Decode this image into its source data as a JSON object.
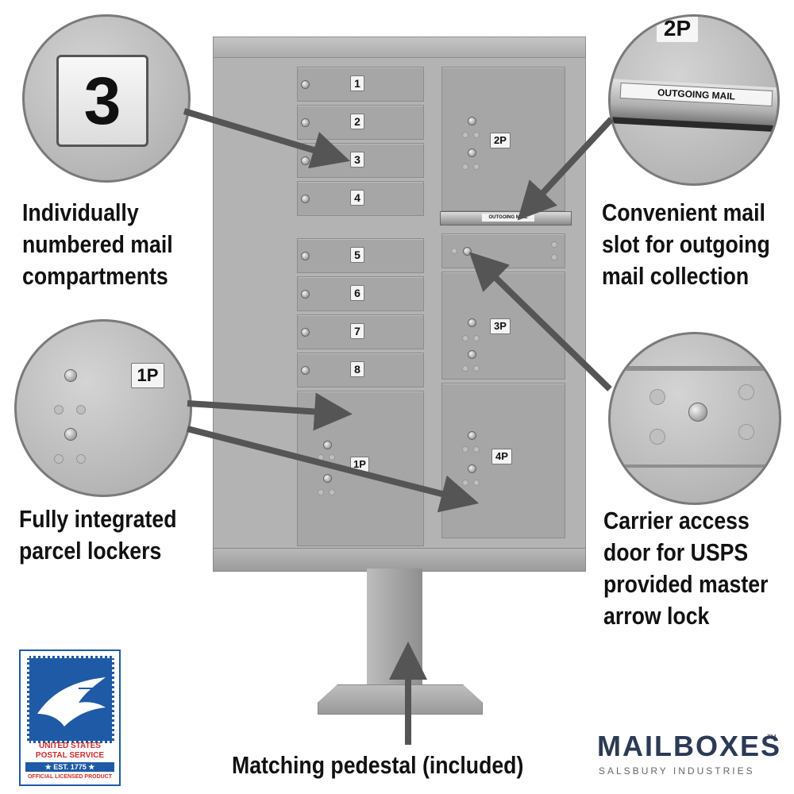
{
  "captions": {
    "numbered_line1": "Individually",
    "numbered_line2": "numbered mail",
    "numbered_line3": "compartments",
    "outgoing_line1": "Convenient mail",
    "outgoing_line2": "slot for outgoing",
    "outgoing_line3": "mail collection",
    "parcel_line1": "Fully integrated",
    "parcel_line2": "parcel lockers",
    "carrier_line1": "Carrier access",
    "carrier_line2": "door for USPS",
    "carrier_line3": "provided master",
    "carrier_line4": "arrow lock",
    "pedestal": "Matching pedestal (included)"
  },
  "zoom": {
    "number_badge": "3",
    "parcel_badge": "1P",
    "outgoing_badge": "2P",
    "outgoing_label": "OUTGOING MAIL"
  },
  "cabinet": {
    "compartments": [
      "1",
      "2",
      "3",
      "4",
      "5",
      "6",
      "7",
      "8"
    ],
    "parcel_1": "1P",
    "parcel_2": "2P",
    "parcel_3": "3P",
    "parcel_4": "4P",
    "slot_label": "OUTGOING MAIL"
  },
  "logos": {
    "usps_line1": "UNITED STATES",
    "usps_line2": "POSTAL SERVICE",
    "usps_line3": "★ EST. 1775 ★",
    "usps_line4": "OFFICIAL LICENSED PRODUCT",
    "brand_name": "MAILBOXES",
    "brand_tm": "TM",
    "brand_sub": "SALSBURY INDUSTRIES"
  },
  "colors": {
    "cabinet_gray": "#a6a6a6",
    "usps_blue": "#1f5aa6",
    "usps_red": "#d12b2b",
    "brand_navy": "#2b3a55"
  }
}
